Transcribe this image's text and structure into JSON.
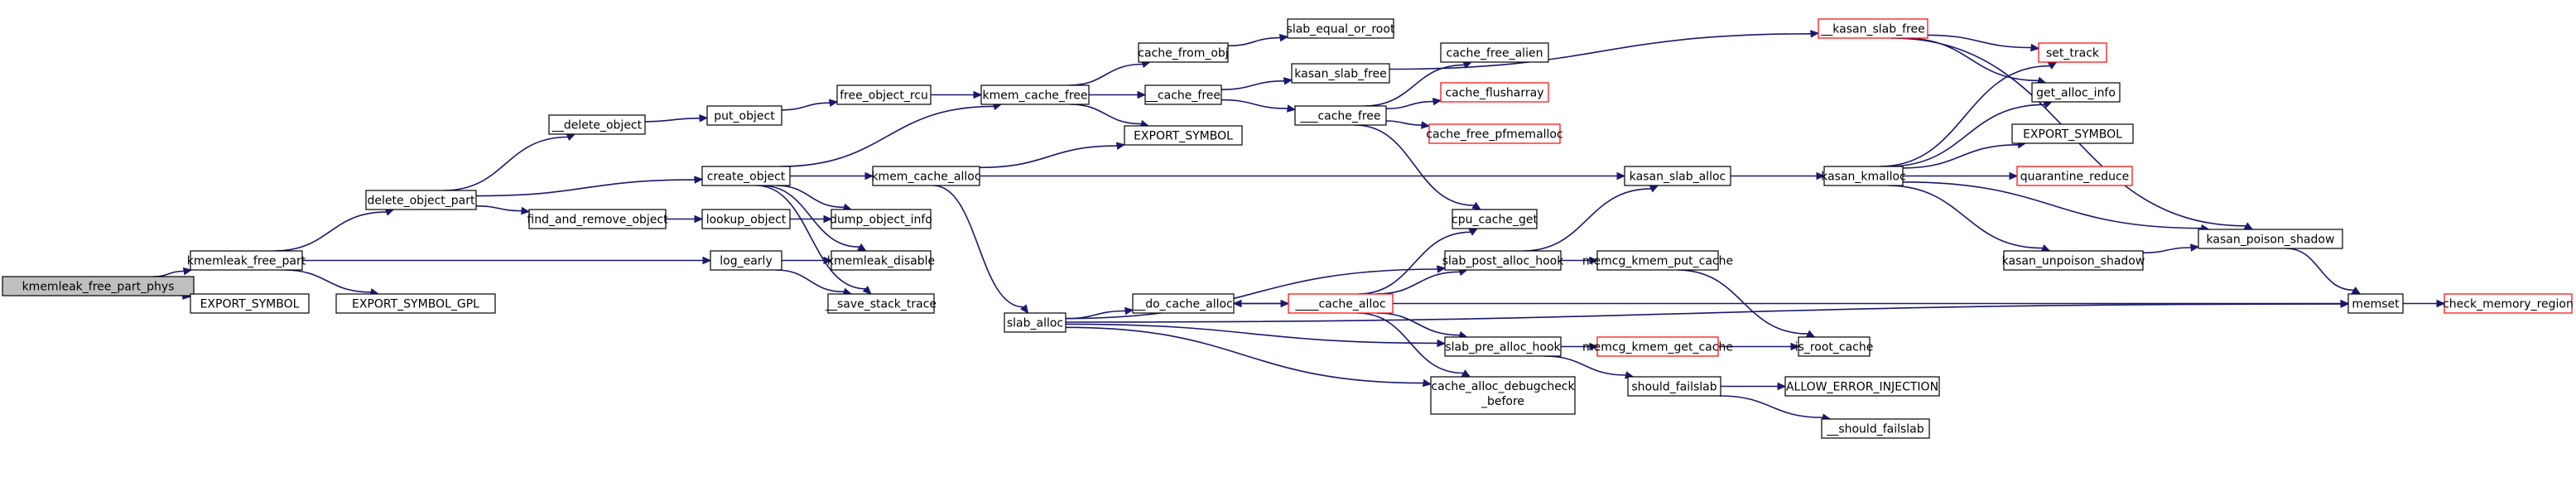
{
  "colors": {
    "edge": "#191970",
    "node_border": "#000000",
    "node_fill": "#ffffff",
    "root_fill": "#bfbfbf",
    "truncated_border": "#ff0000"
  },
  "nodes": [
    {
      "id": "root",
      "label": "kmemleak_free_part_phys",
      "style": "root"
    },
    {
      "id": "kmemleak_free_part",
      "label": "kmemleak_free_part"
    },
    {
      "id": "export_symbol_1",
      "label": "EXPORT_SYMBOL"
    },
    {
      "id": "export_symbol_gpl",
      "label": "EXPORT_SYMBOL_GPL"
    },
    {
      "id": "delete_object_part",
      "label": "delete_object_part"
    },
    {
      "id": "__delete_object",
      "label": "__delete_object"
    },
    {
      "id": "put_object",
      "label": "put_object"
    },
    {
      "id": "free_object_rcu",
      "label": "free_object_rcu"
    },
    {
      "id": "create_object",
      "label": "create_object"
    },
    {
      "id": "find_and_remove_object",
      "label": "find_and_remove_object"
    },
    {
      "id": "lookup_object",
      "label": "lookup_object"
    },
    {
      "id": "log_early",
      "label": "log_early"
    },
    {
      "id": "kmemleak_disable",
      "label": "kmemleak_disable"
    },
    {
      "id": "dump_object_info",
      "label": "dump_object_info"
    },
    {
      "id": "__save_stack_trace",
      "label": "__save_stack_trace"
    },
    {
      "id": "kmem_cache_free",
      "label": "kmem_cache_free"
    },
    {
      "id": "kmem_cache_alloc",
      "label": "kmem_cache_alloc"
    },
    {
      "id": "slab_alloc",
      "label": "slab_alloc"
    },
    {
      "id": "cache_from_obj",
      "label": "cache_from_obj"
    },
    {
      "id": "slab_equal_or_root",
      "label": "slab_equal_or_root"
    },
    {
      "id": "__cache_free_1",
      "label": "__cache_free"
    },
    {
      "id": "kasan_slab_free",
      "label": "kasan_slab_free"
    },
    {
      "id": "__cache_free_2",
      "label": "___cache_free"
    },
    {
      "id": "export_symbol_2",
      "label": "EXPORT_SYMBOL"
    },
    {
      "id": "cache_free_alien",
      "label": "cache_free_alien"
    },
    {
      "id": "cache_flusharray",
      "label": "cache_flusharray",
      "style": "truncated"
    },
    {
      "id": "cache_free_pfmemalloc",
      "label": "cache_free_pfmemalloc",
      "style": "truncated"
    },
    {
      "id": "cpu_cache_get",
      "label": "cpu_cache_get"
    },
    {
      "id": "__do_cache_alloc",
      "label": "__do_cache_alloc"
    },
    {
      "id": "____cache_alloc",
      "label": "____cache_alloc",
      "style": "truncated"
    },
    {
      "id": "slab_post_alloc_hook",
      "label": "slab_post_alloc_hook"
    },
    {
      "id": "slab_pre_alloc_hook",
      "label": "slab_pre_alloc_hook"
    },
    {
      "id": "cache_alloc_debugcheck",
      "label": "cache_alloc_debugcheck",
      "label2": "_before"
    },
    {
      "id": "memcg_kmem_put_cache",
      "label": "memcg_kmem_put_cache"
    },
    {
      "id": "memcg_kmem_get_cache",
      "label": "memcg_kmem_get_cache",
      "style": "truncated"
    },
    {
      "id": "is_root_cache",
      "label": "is_root_cache"
    },
    {
      "id": "should_failslab",
      "label": "should_failslab"
    },
    {
      "id": "allow_error_injection",
      "label": "ALLOW_ERROR_INJECTION"
    },
    {
      "id": "__should_failslab",
      "label": "__should_failslab"
    },
    {
      "id": "kasan_slab_alloc",
      "label": "kasan_slab_alloc"
    },
    {
      "id": "kasan_kmalloc",
      "label": "kasan_kmalloc"
    },
    {
      "id": "__kasan_slab_free",
      "label": "__kasan_slab_free",
      "style": "truncated"
    },
    {
      "id": "set_track",
      "label": "set_track",
      "style": "truncated"
    },
    {
      "id": "get_alloc_info",
      "label": "get_alloc_info"
    },
    {
      "id": "export_symbol_3",
      "label": "EXPORT_SYMBOL"
    },
    {
      "id": "quarantine_reduce",
      "label": "quarantine_reduce",
      "style": "truncated"
    },
    {
      "id": "kasan_unpoison_shadow",
      "label": "kasan_unpoison_shadow"
    },
    {
      "id": "kasan_poison_shadow",
      "label": "kasan_poison_shadow"
    },
    {
      "id": "memset",
      "label": "memset"
    },
    {
      "id": "check_memory_region",
      "label": "check_memory_region",
      "style": "truncated"
    }
  ],
  "edges": [
    [
      "root",
      "kmemleak_free_part"
    ],
    [
      "root",
      "export_symbol_1"
    ],
    [
      "kmemleak_free_part",
      "delete_object_part"
    ],
    [
      "kmemleak_free_part",
      "log_early"
    ],
    [
      "kmemleak_free_part",
      "export_symbol_gpl"
    ],
    [
      "delete_object_part",
      "__delete_object"
    ],
    [
      "delete_object_part",
      "create_object"
    ],
    [
      "delete_object_part",
      "find_and_remove_object"
    ],
    [
      "__delete_object",
      "put_object"
    ],
    [
      "put_object",
      "free_object_rcu"
    ],
    [
      "free_object_rcu",
      "kmem_cache_free"
    ],
    [
      "create_object",
      "kmem_cache_free"
    ],
    [
      "create_object",
      "kmem_cache_alloc"
    ],
    [
      "create_object",
      "dump_object_info"
    ],
    [
      "create_object",
      "kmemleak_disable"
    ],
    [
      "create_object",
      "__save_stack_trace"
    ],
    [
      "find_and_remove_object",
      "lookup_object"
    ],
    [
      "lookup_object",
      "dump_object_info"
    ],
    [
      "log_early",
      "kmemleak_disable"
    ],
    [
      "log_early",
      "__save_stack_trace"
    ],
    [
      "kmem_cache_free",
      "cache_from_obj"
    ],
    [
      "kmem_cache_free",
      "__cache_free_1"
    ],
    [
      "kmem_cache_free",
      "export_symbol_2"
    ],
    [
      "cache_from_obj",
      "slab_equal_or_root"
    ],
    [
      "__cache_free_1",
      "kasan_slab_free"
    ],
    [
      "__cache_free_1",
      "__cache_free_2"
    ],
    [
      "kasan_slab_free",
      "__kasan_slab_free"
    ],
    [
      "__cache_free_2",
      "cache_free_alien"
    ],
    [
      "__cache_free_2",
      "cache_flusharray"
    ],
    [
      "__cache_free_2",
      "cache_free_pfmemalloc"
    ],
    [
      "__cache_free_2",
      "cpu_cache_get"
    ],
    [
      "kmem_cache_alloc",
      "export_symbol_2"
    ],
    [
      "kmem_cache_alloc",
      "kasan_slab_alloc"
    ],
    [
      "kmem_cache_alloc",
      "slab_alloc"
    ],
    [
      "slab_alloc",
      "__do_cache_alloc"
    ],
    [
      "slab_alloc",
      "slab_post_alloc_hook"
    ],
    [
      "slab_alloc",
      "slab_pre_alloc_hook"
    ],
    [
      "slab_alloc",
      "cache_alloc_debugcheck"
    ],
    [
      "slab_alloc",
      "memset"
    ],
    [
      "__do_cache_alloc",
      "____cache_alloc"
    ],
    [
      "____cache_alloc",
      "__do_cache_alloc"
    ],
    [
      "____cache_alloc",
      "cpu_cache_get"
    ],
    [
      "____cache_alloc",
      "slab_post_alloc_hook"
    ],
    [
      "____cache_alloc",
      "slab_pre_alloc_hook"
    ],
    [
      "____cache_alloc",
      "cache_alloc_debugcheck"
    ],
    [
      "____cache_alloc",
      "memset"
    ],
    [
      "slab_post_alloc_hook",
      "kasan_slab_alloc"
    ],
    [
      "slab_post_alloc_hook",
      "memcg_kmem_put_cache"
    ],
    [
      "memcg_kmem_put_cache",
      "is_root_cache"
    ],
    [
      "slab_pre_alloc_hook",
      "memcg_kmem_get_cache"
    ],
    [
      "slab_pre_alloc_hook",
      "should_failslab"
    ],
    [
      "memcg_kmem_get_cache",
      "is_root_cache"
    ],
    [
      "should_failslab",
      "allow_error_injection"
    ],
    [
      "should_failslab",
      "__should_failslab"
    ],
    [
      "kasan_slab_alloc",
      "kasan_kmalloc"
    ],
    [
      "kasan_kmalloc",
      "set_track"
    ],
    [
      "kasan_kmalloc",
      "get_alloc_info"
    ],
    [
      "kasan_kmalloc",
      "export_symbol_3"
    ],
    [
      "kasan_kmalloc",
      "quarantine_reduce"
    ],
    [
      "kasan_kmalloc",
      "kasan_unpoison_shadow"
    ],
    [
      "kasan_kmalloc",
      "kasan_poison_shadow"
    ],
    [
      "kasan_unpoison_shadow",
      "kasan_poison_shadow"
    ],
    [
      "__kasan_slab_free",
      "set_track"
    ],
    [
      "__kasan_slab_free",
      "get_alloc_info"
    ],
    [
      "__kasan_slab_free",
      "kasan_poison_shadow"
    ],
    [
      "kasan_poison_shadow",
      "memset"
    ],
    [
      "memset",
      "check_memory_region"
    ]
  ]
}
